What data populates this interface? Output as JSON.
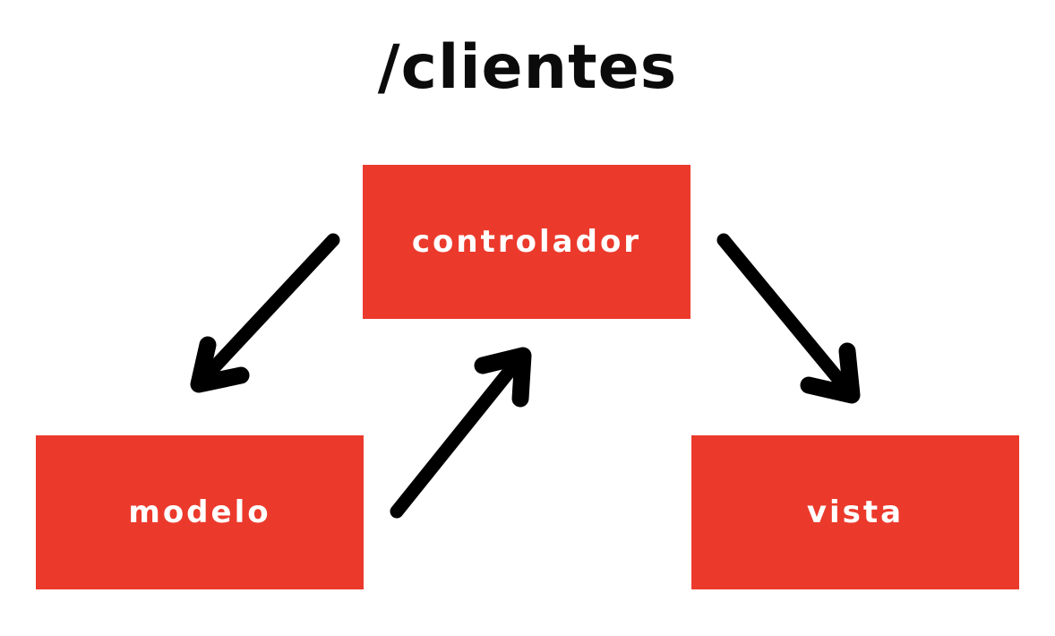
{
  "diagram": {
    "title": "/clientes",
    "boxes": [
      {
        "id": "controlador",
        "label": "controlador"
      },
      {
        "id": "modelo",
        "label": "modelo"
      },
      {
        "id": "vista",
        "label": "vista"
      }
    ],
    "arrows": [
      {
        "from": "controlador",
        "to": "modelo",
        "direction": "down-left"
      },
      {
        "from": "modelo",
        "to": "controlador",
        "direction": "up-right"
      },
      {
        "from": "controlador",
        "to": "vista",
        "direction": "down-right"
      }
    ],
    "colors": {
      "box_background": "#EB3A2C",
      "box_text": "#FFFFFF",
      "title_text": "#0B0B0B",
      "arrow": "#000000",
      "page_background": "#FFFFFF"
    }
  }
}
